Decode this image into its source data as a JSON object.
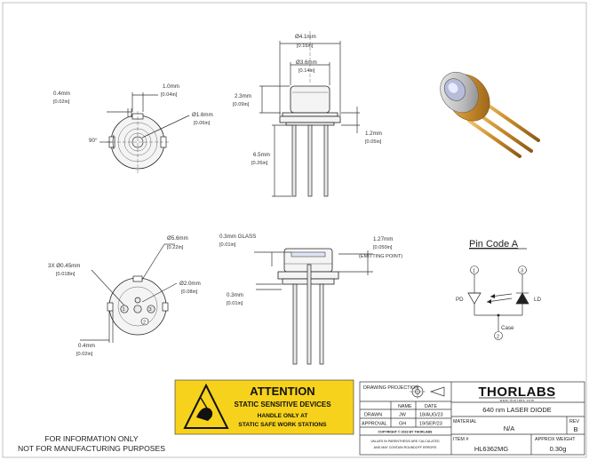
{
  "views": {
    "end_view": {
      "dim_left": "0.4mm",
      "dim_left_in": "[0.02in]",
      "dim_top": "1.0mm",
      "dim_top_in": "[0.04in]",
      "dim_dia": "Ø1.6mm",
      "dim_dia_in": "[0.06in]",
      "angle": "90°"
    },
    "side_view": {
      "dia_top": "Ø4.1mm",
      "dia_top_in": "[0.16in]",
      "dia_cap": "Ø3.6mm",
      "dia_cap_in": "[0.14in]",
      "cap_h": "2.3mm",
      "cap_h_in": "[0.09in]",
      "flange": "1.2mm",
      "flange_in": "[0.05in]",
      "pin_len": "6.5mm",
      "pin_len_in": "[0.26in]"
    },
    "bottom_view": {
      "dia_body": "Ø5.6mm",
      "dia_body_in": "[0.22in]",
      "pin_dia": "3X Ø0.45mm",
      "pin_dia_in": "[0.018in]",
      "pin_circle": "Ø2.0mm",
      "pin_circle_in": "[0.08in]",
      "notch": "0.4mm",
      "notch_in": "[0.02in]",
      "pin1": "1",
      "pin2": "2",
      "pin3": "3"
    },
    "section_view": {
      "glass": "0.3mm GLASS",
      "glass_in": "[0.01in]",
      "emit": "1.27mm",
      "emit_in": "[0.050in]",
      "emit_note": "(EMITTING POINT)",
      "base": "0.3mm",
      "base_in": "[0.01in]"
    }
  },
  "pin_code": {
    "title": "Pin Code A",
    "pin1": "1",
    "pin2": "2",
    "pin3": "3",
    "pd": "PD",
    "ld": "LD",
    "case": "Case"
  },
  "attention": {
    "title": "ATTENTION",
    "line1": "STATIC SENSITIVE DEVICES",
    "line2": "HANDLE ONLY AT",
    "line3": "STATIC SAFE WORK STATIONS"
  },
  "disclaimer": {
    "line1": "FOR INFORMATION ONLY",
    "line2": "NOT FOR MANUFACTURING PURPOSES"
  },
  "title_block": {
    "drawing_projection": "DRAWING PROJECTION",
    "name_hdr": "NAME",
    "date_hdr": "DATE",
    "drawn_label": "DRAWN",
    "drawn_name": "JW",
    "drawn_date": "18/AUG/23",
    "approval_label": "APPROVAL",
    "approval_name": "GH",
    "approval_date": "19/SEP/23",
    "copyright": "COPYRIGHT © 2023 BY THORLABS",
    "note1": "VALUES IN PARENTHESIS ARE CALCULATED",
    "note2": "AND MAY CONTAIN ROUNDOFF ERRORS",
    "logo": "THORLABS",
    "website": "www.thorlabs.com",
    "description": "640 nm LASER DIODE",
    "material_label": "MATERIAL",
    "material": "N/A",
    "rev_label": "REV",
    "rev": "B",
    "item_label": "ITEM #",
    "item": "HL6362MG",
    "weight_label": "APPROX WEIGHT",
    "weight": "0.30g"
  }
}
